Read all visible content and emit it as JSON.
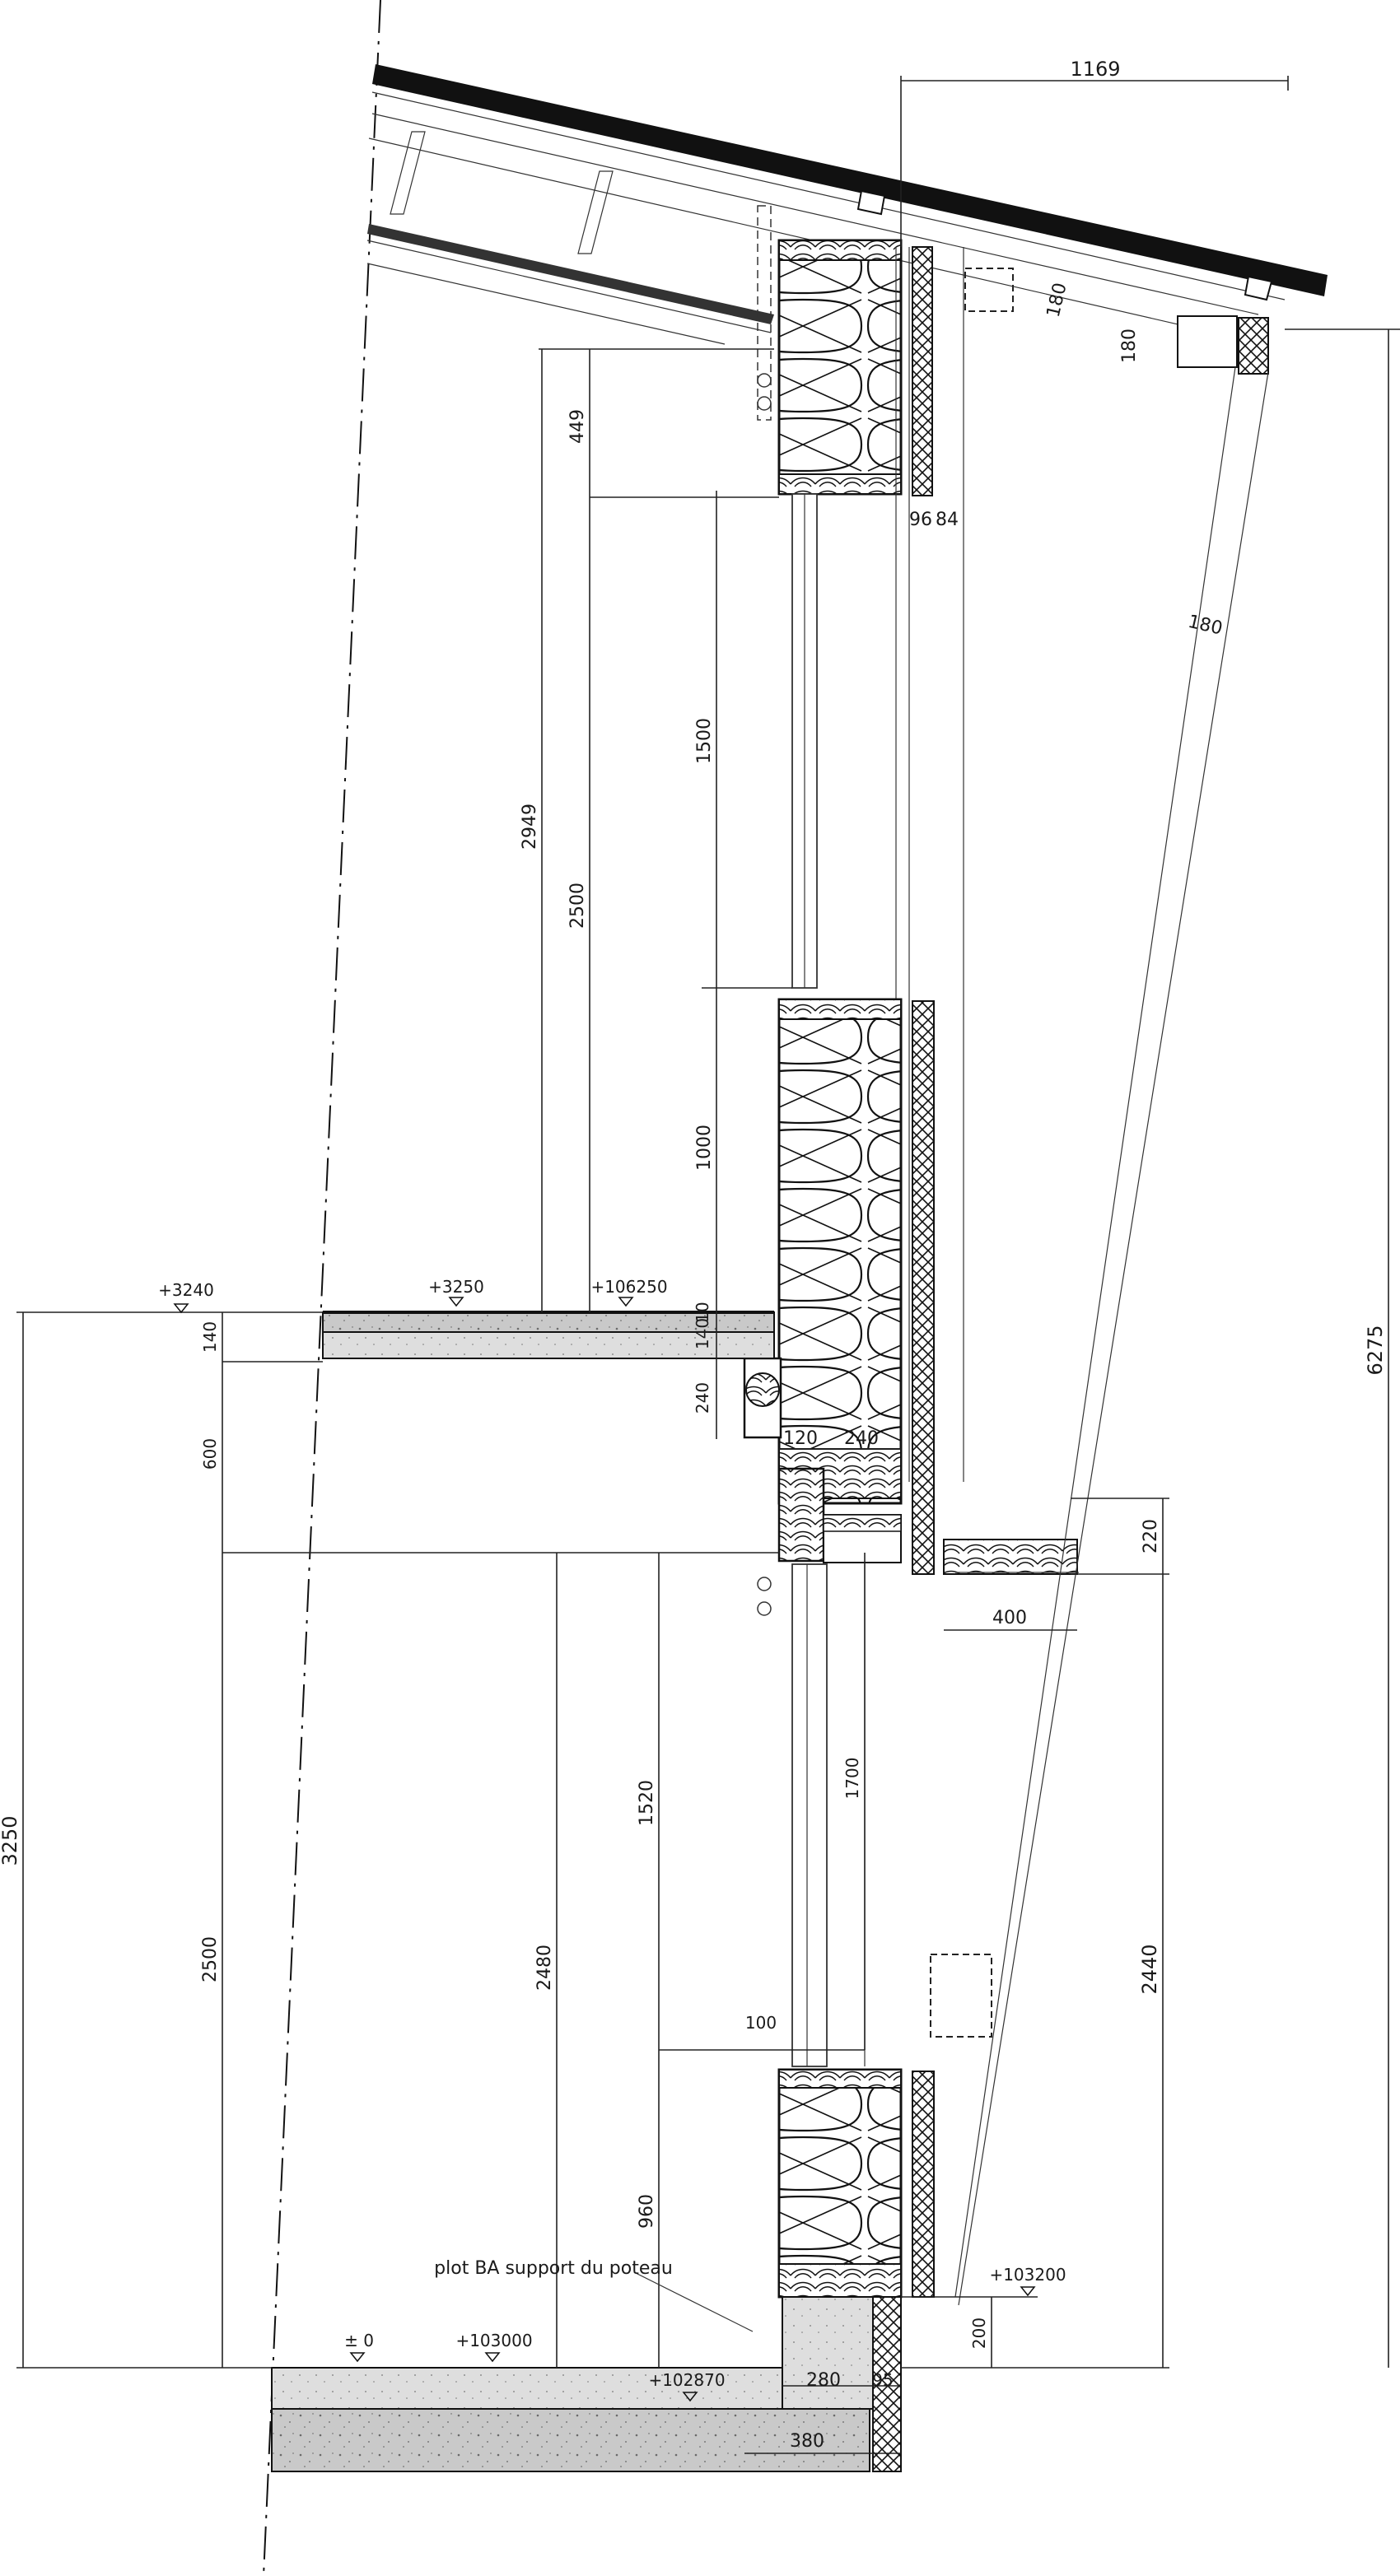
{
  "dimensions": {
    "d1169": "1169",
    "d180_a": "180",
    "d180_b": "180",
    "d180_c": "180",
    "d449": "449",
    "d96": "96",
    "d84": "84",
    "d1500": "1500",
    "d2949": "2949",
    "d2500_top": "2500",
    "d1000": "1000",
    "d6275": "6275",
    "d140_left": "140",
    "d140_mid": "140",
    "d10": "10",
    "d240_v": "240",
    "d120": "120",
    "d240_h": "240",
    "d600": "600",
    "d220": "220",
    "d400": "400",
    "d3250": "3250",
    "d1520": "1520",
    "d1700": "1700",
    "d2480": "2480",
    "d2500_bottom": "2500",
    "d2440": "2440",
    "d100": "100",
    "d960": "960",
    "d200": "200",
    "d280": "280",
    "d95": "95",
    "d380": "380"
  },
  "levels": {
    "l3240": "+3240",
    "l3250": "+3250",
    "l106250": "+106250",
    "l0": "± 0",
    "l103000": "+103000",
    "l102870": "+102870",
    "l103200": "+103200"
  },
  "annotations": {
    "plot": "plot BA support du poteau"
  }
}
